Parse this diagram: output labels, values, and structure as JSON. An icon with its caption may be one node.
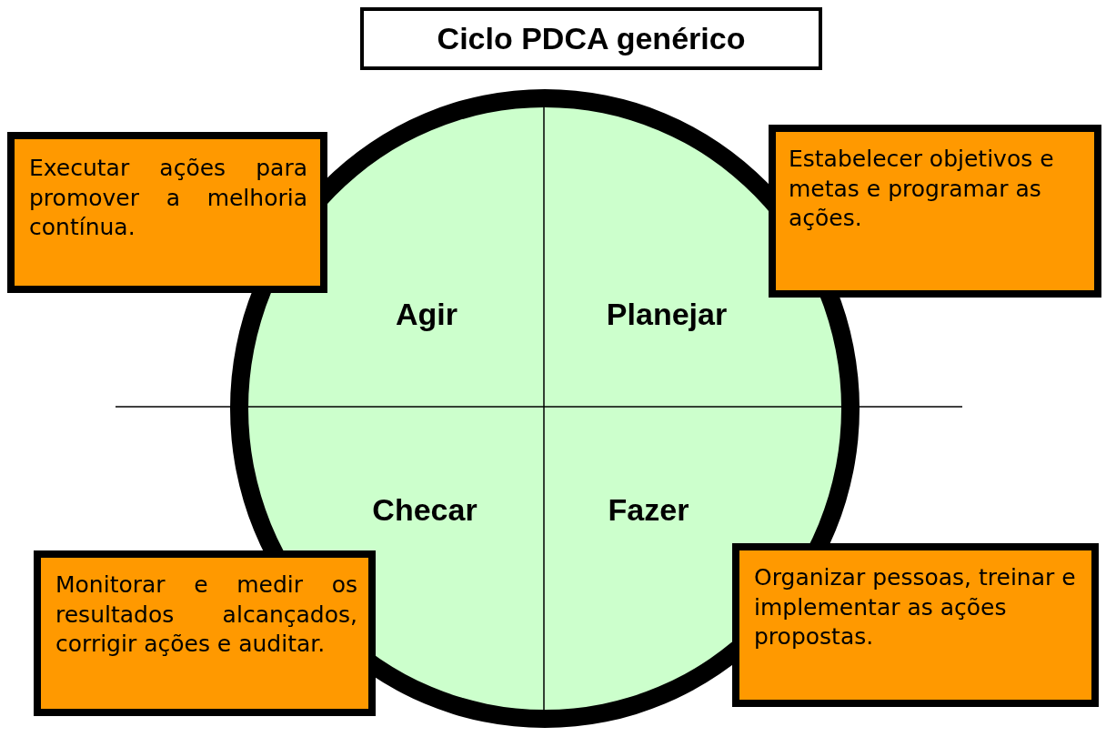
{
  "diagram": {
    "title": "Ciclo PDCA genérico",
    "nodes": [
      {
        "text": [
          "Agir",
          "Planejar",
          "Checar",
          "Fazer"
        ]
      },
      {
        "text": [
          "Executar ações para promover a melhoria contínua."
        ]
      },
      {
        "text": [
          "Estabelecer objetivos e metas e programar as ações."
        ]
      },
      {
        "text": [
          "Monitorar e medir os resultados alcançados, corrigir ações e auditar."
        ]
      },
      {
        "text": [
          "Organizar pessoas, treinar e implementar as ações propostas."
        ]
      }
    ]
  }
}
